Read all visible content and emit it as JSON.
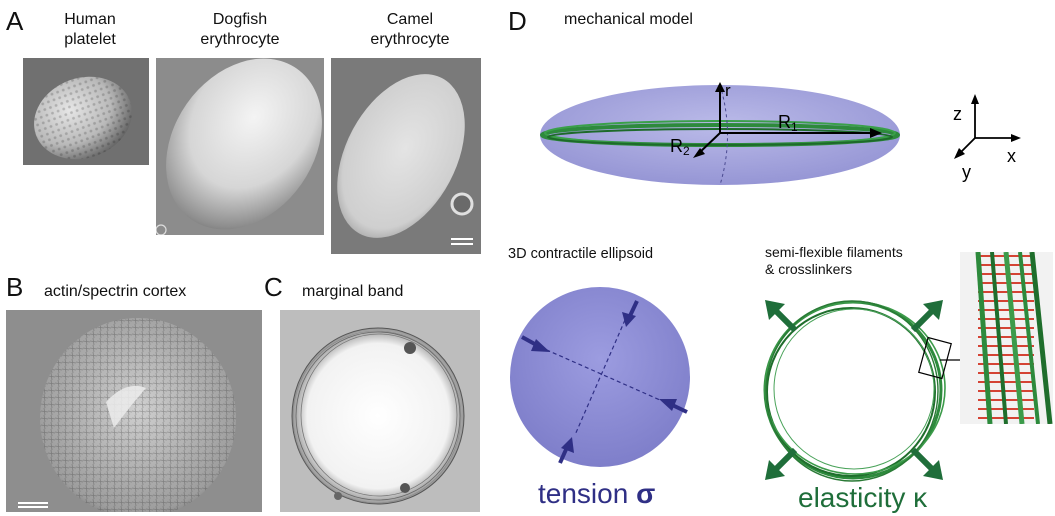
{
  "panels": {
    "A": {
      "letter": "A",
      "labels": [
        {
          "line1": "Human",
          "line2": "platelet"
        },
        {
          "line1": "Dogfish",
          "line2": "erythrocyte"
        },
        {
          "line1": "Camel",
          "line2": "erythrocyte"
        }
      ]
    },
    "B": {
      "letter": "B",
      "label": "actin/spectrin cortex"
    },
    "C": {
      "letter": "C",
      "label": "marginal band"
    },
    "D": {
      "letter": "D",
      "title": "mechanical model",
      "model_labels": {
        "r": "r",
        "R1": "R",
        "R1_sub": "1",
        "R2": "R",
        "R2_sub": "2"
      },
      "axes": {
        "z": "z",
        "x": "x",
        "y": "y"
      },
      "ellipsoid_title": "3D contractile ellipsoid",
      "tension": "tension",
      "sigma": "σ",
      "filaments_line1": "semi-flexible filaments",
      "filaments_line2": "& crosslinkers",
      "elasticity": "elasticity",
      "kappa": "κ"
    }
  },
  "colors": {
    "tension_blue": "#2f2f85",
    "elasticity_green": "#1f6e3a",
    "ellipsoid_fill": "#9595d6",
    "filament_green": "#2d8a3c",
    "crosslinker_red": "#d23a2a"
  }
}
